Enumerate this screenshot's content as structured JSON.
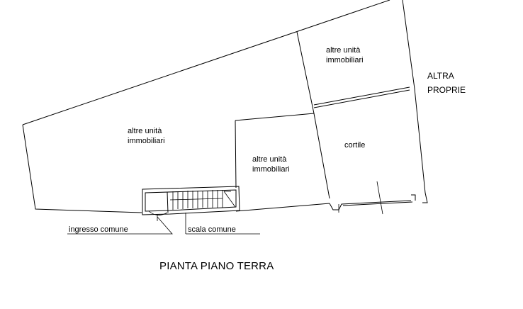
{
  "title": "PIANTA PIANO TERRA",
  "rooms": {
    "west": {
      "line1": "altre unità",
      "line2": "immobiliari"
    },
    "north_east": {
      "line1": "altre unità",
      "line2": "immobiliari"
    },
    "center": {
      "line1": "altre unità",
      "line2": "immobiliari"
    },
    "courtyard": "cortile"
  },
  "neighbor": {
    "line1": "ALTRA",
    "line2": "PROPRIE"
  },
  "callouts": {
    "entrance": "ingresso comune",
    "stair": "scala comune"
  },
  "colors": {
    "line": "#000000",
    "background": "#ffffff"
  }
}
